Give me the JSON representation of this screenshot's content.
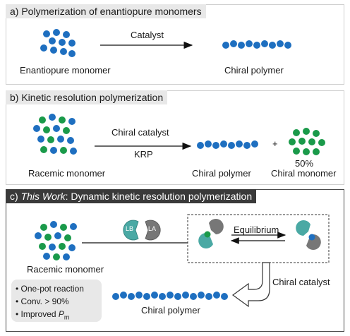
{
  "panel_a": {
    "header": "a) Polymerization of enantiopure monomers",
    "arrow_label": "Catalyst",
    "left_label": "Enantiopure monomer",
    "right_label": "Chiral polymer"
  },
  "panel_b": {
    "header": "b) Kinetic resolution polymerization",
    "arrow_label_top": "Chiral catalyst",
    "arrow_label_bottom": "KRP",
    "left_label": "Racemic monomer",
    "polymer_label": "Chiral polymer",
    "plus": "+",
    "percent": "50%",
    "monomer_label": "Chiral monomer"
  },
  "panel_c": {
    "header_prefix": "c) ",
    "header_italic": "This Work",
    "header_suffix": ": Dynamic kinetic resolution polymerization",
    "left_label": "Racemic monomer",
    "catalyst_lb": "LB",
    "catalyst_la": "LA",
    "equilibrium": "Equilibrium",
    "chiral_catalyst": "Chiral catalyst",
    "polymer_label": "Chiral polymer",
    "bullets": [
      "• One-pot reaction",
      "• Conv. > 90%",
      "• Improved "
    ],
    "pm_main": "P",
    "pm_sub": "m"
  },
  "colors": {
    "blue": "#1e6fc0",
    "green": "#1a9a4a",
    "teal": "#4aa9a4",
    "gray": "#777777"
  }
}
